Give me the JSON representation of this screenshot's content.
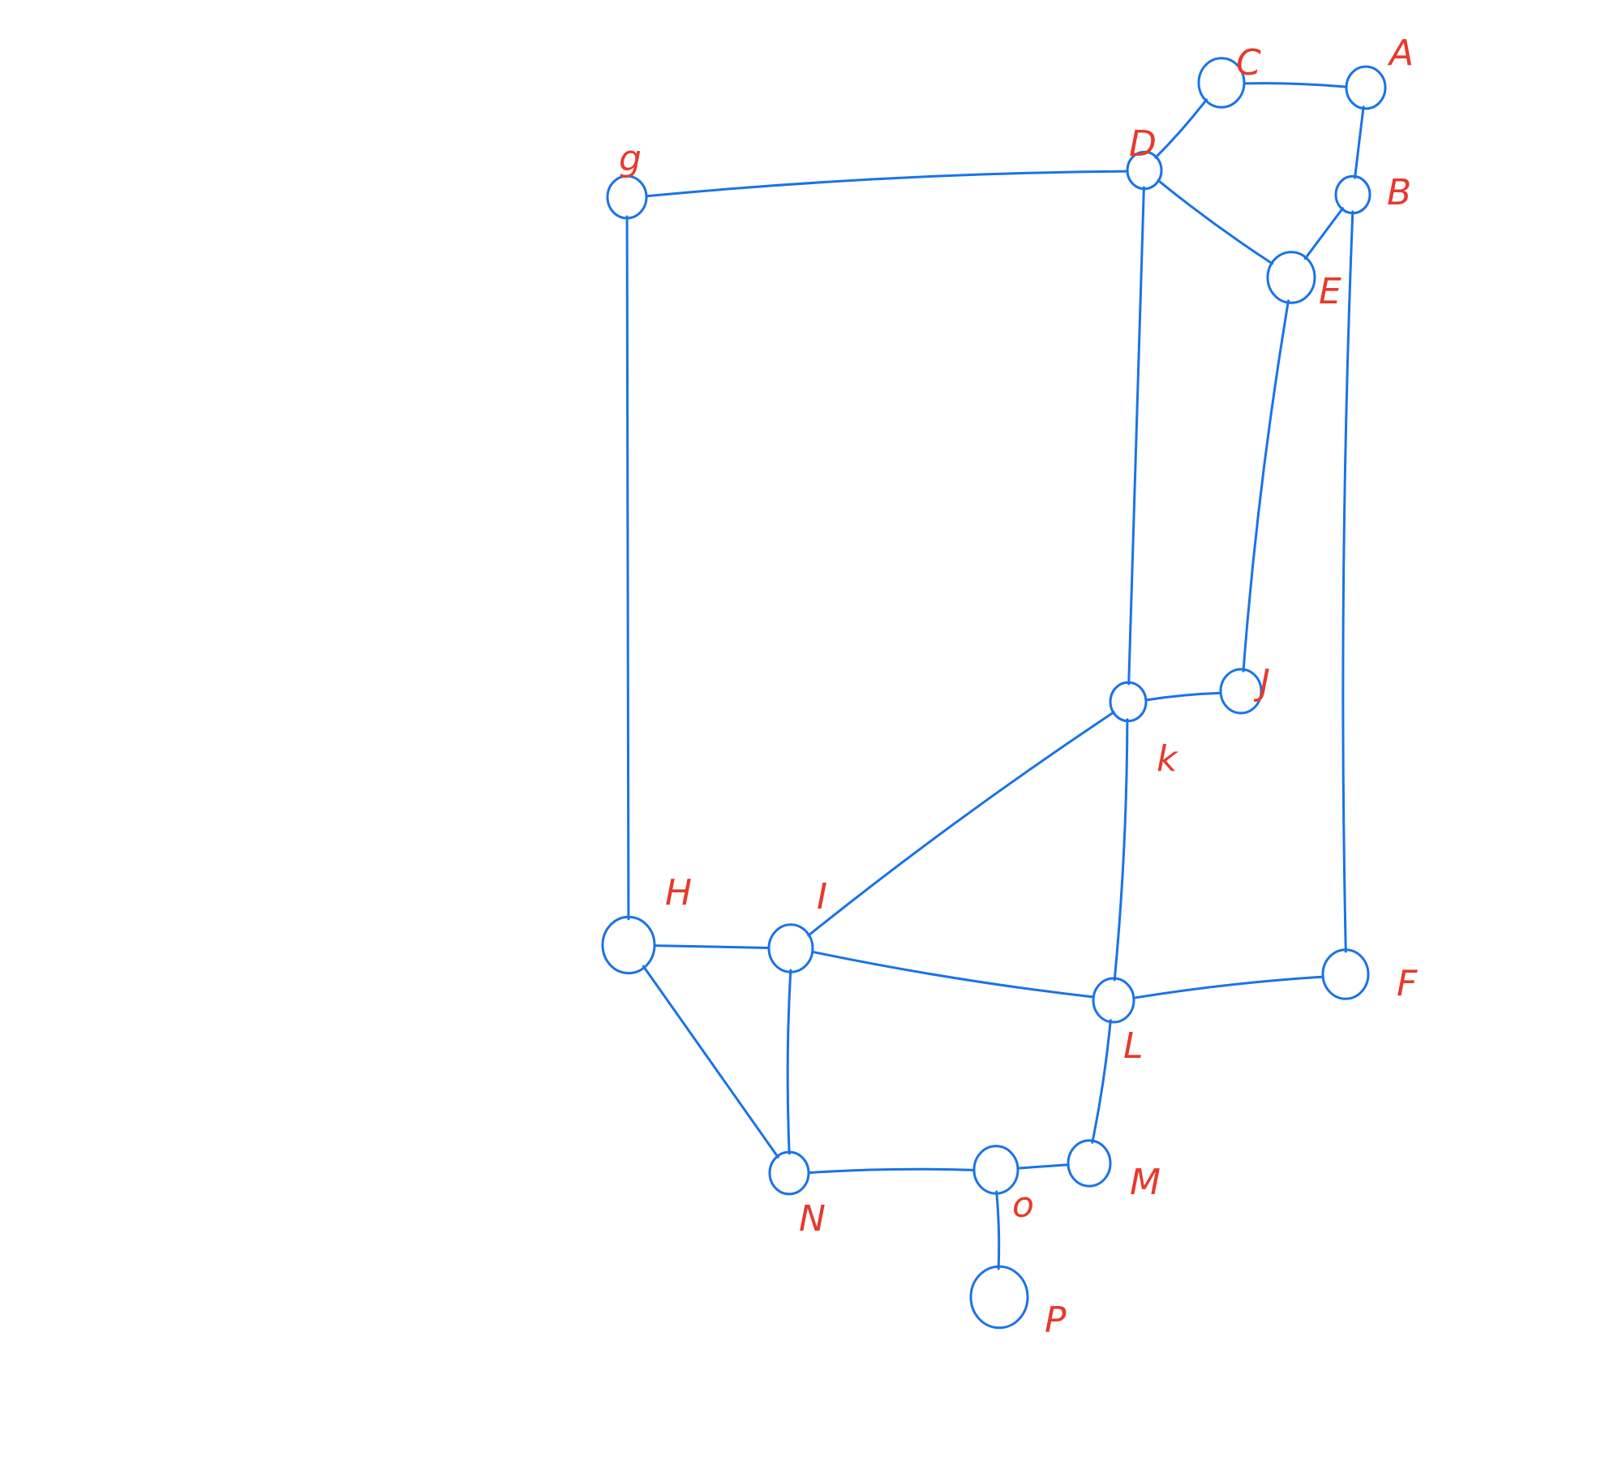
{
  "colors": {
    "edge": "#1a73e8",
    "node": "#1a73e8",
    "label": "#e8392b",
    "background": "#ffffff"
  },
  "nodes": [
    {
      "id": "A",
      "label": "A"
    },
    {
      "id": "B",
      "label": "B"
    },
    {
      "id": "C",
      "label": "C"
    },
    {
      "id": "D",
      "label": "D"
    },
    {
      "id": "E",
      "label": "E"
    },
    {
      "id": "F",
      "label": "F"
    },
    {
      "id": "G",
      "label": "g"
    },
    {
      "id": "H",
      "label": "H"
    },
    {
      "id": "I",
      "label": "I"
    },
    {
      "id": "J",
      "label": "J"
    },
    {
      "id": "K",
      "label": "k"
    },
    {
      "id": "L",
      "label": "L"
    },
    {
      "id": "M",
      "label": "M"
    },
    {
      "id": "N",
      "label": "N"
    },
    {
      "id": "O",
      "label": "o"
    },
    {
      "id": "P",
      "label": "P"
    }
  ],
  "edges": [
    [
      "C",
      "A"
    ],
    [
      "A",
      "B"
    ],
    [
      "B",
      "F"
    ],
    [
      "C",
      "D"
    ],
    [
      "B",
      "E"
    ],
    [
      "D",
      "E"
    ],
    [
      "G",
      "D"
    ],
    [
      "D",
      "K"
    ],
    [
      "E",
      "J"
    ],
    [
      "K",
      "J"
    ],
    [
      "G",
      "H"
    ],
    [
      "K",
      "I"
    ],
    [
      "K",
      "L"
    ],
    [
      "H",
      "I"
    ],
    [
      "I",
      "L"
    ],
    [
      "L",
      "F"
    ],
    [
      "H",
      "N"
    ],
    [
      "I",
      "N"
    ],
    [
      "N",
      "O"
    ],
    [
      "O",
      "M"
    ],
    [
      "M",
      "L"
    ],
    [
      "O",
      "P"
    ]
  ]
}
